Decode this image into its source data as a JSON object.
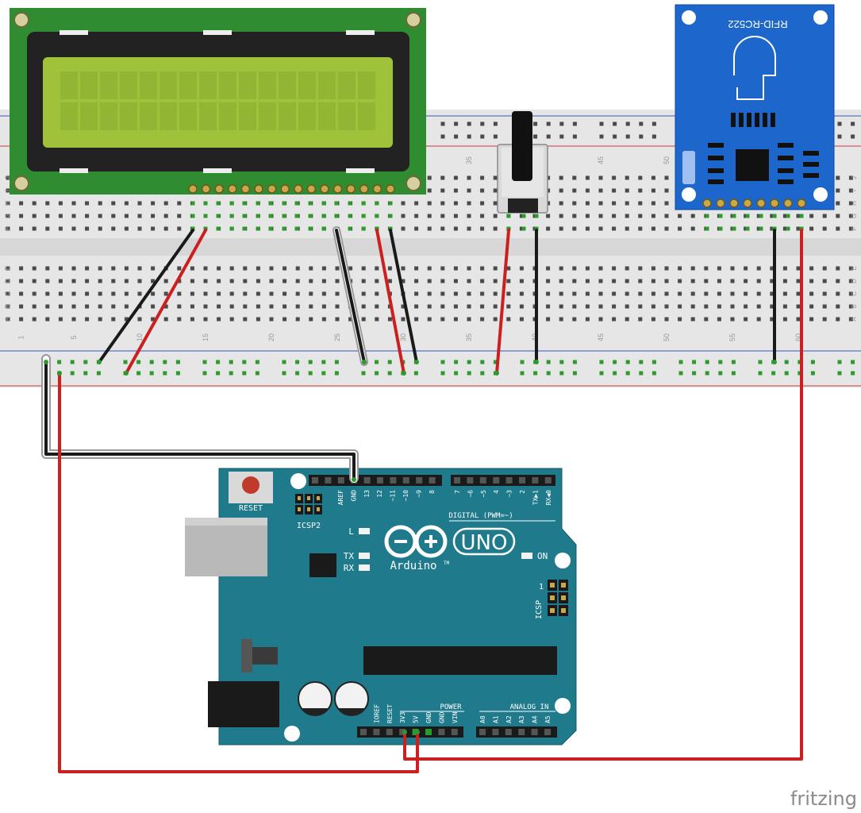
{
  "breadboard": {
    "row_letters_top": [
      "J",
      "I",
      "H",
      "G",
      "F"
    ],
    "row_letters_bottom": [
      "E",
      "D",
      "C",
      "B",
      "A"
    ],
    "column_numbers": [
      "1",
      "5",
      "10",
      "15",
      "20",
      "25",
      "30",
      "35",
      "40",
      "45",
      "50",
      "55",
      "60"
    ]
  },
  "rfid": {
    "label": "RFID-RC522"
  },
  "arduino": {
    "reset_label": "RESET",
    "icsp2_label": "ICSP2",
    "icsp_label": "ICSP",
    "icsp_pin1": "1",
    "top_pins": [
      "AREF",
      "GND",
      "13",
      "12",
      "~11",
      "~10",
      "~9",
      "8"
    ],
    "top_pins_right": [
      "7",
      "~6",
      "~5",
      "4",
      "~3",
      "2",
      "TX▶1",
      "RX◀0"
    ],
    "digital_label": "DIGITAL (PWM=~)",
    "led_l": "L",
    "led_tx": "TX",
    "led_rx": "RX",
    "led_on": "ON",
    "brand_uno": "UNO",
    "brand_name": "Arduino",
    "brand_tm": "TM",
    "power_label": "POWER",
    "power_pins": [
      "IOREF",
      "RESET",
      "3V3",
      "5V",
      "GND",
      "GND",
      "VIN"
    ],
    "analog_label": "ANALOG IN",
    "analog_pins": [
      "A0",
      "A1",
      "A2",
      "A3",
      "A4",
      "A5"
    ]
  },
  "watermark": "fritzing",
  "colors": {
    "wire_red": "#cc1f1f",
    "wire_black": "#1a1a1a",
    "arduino_board": "#1f7a8c",
    "lcd_pcb": "#2e8b2e",
    "lcd_screen": "#9fc23a",
    "rfid_board": "#1b66c9",
    "breadboard": "#eaeaea"
  }
}
